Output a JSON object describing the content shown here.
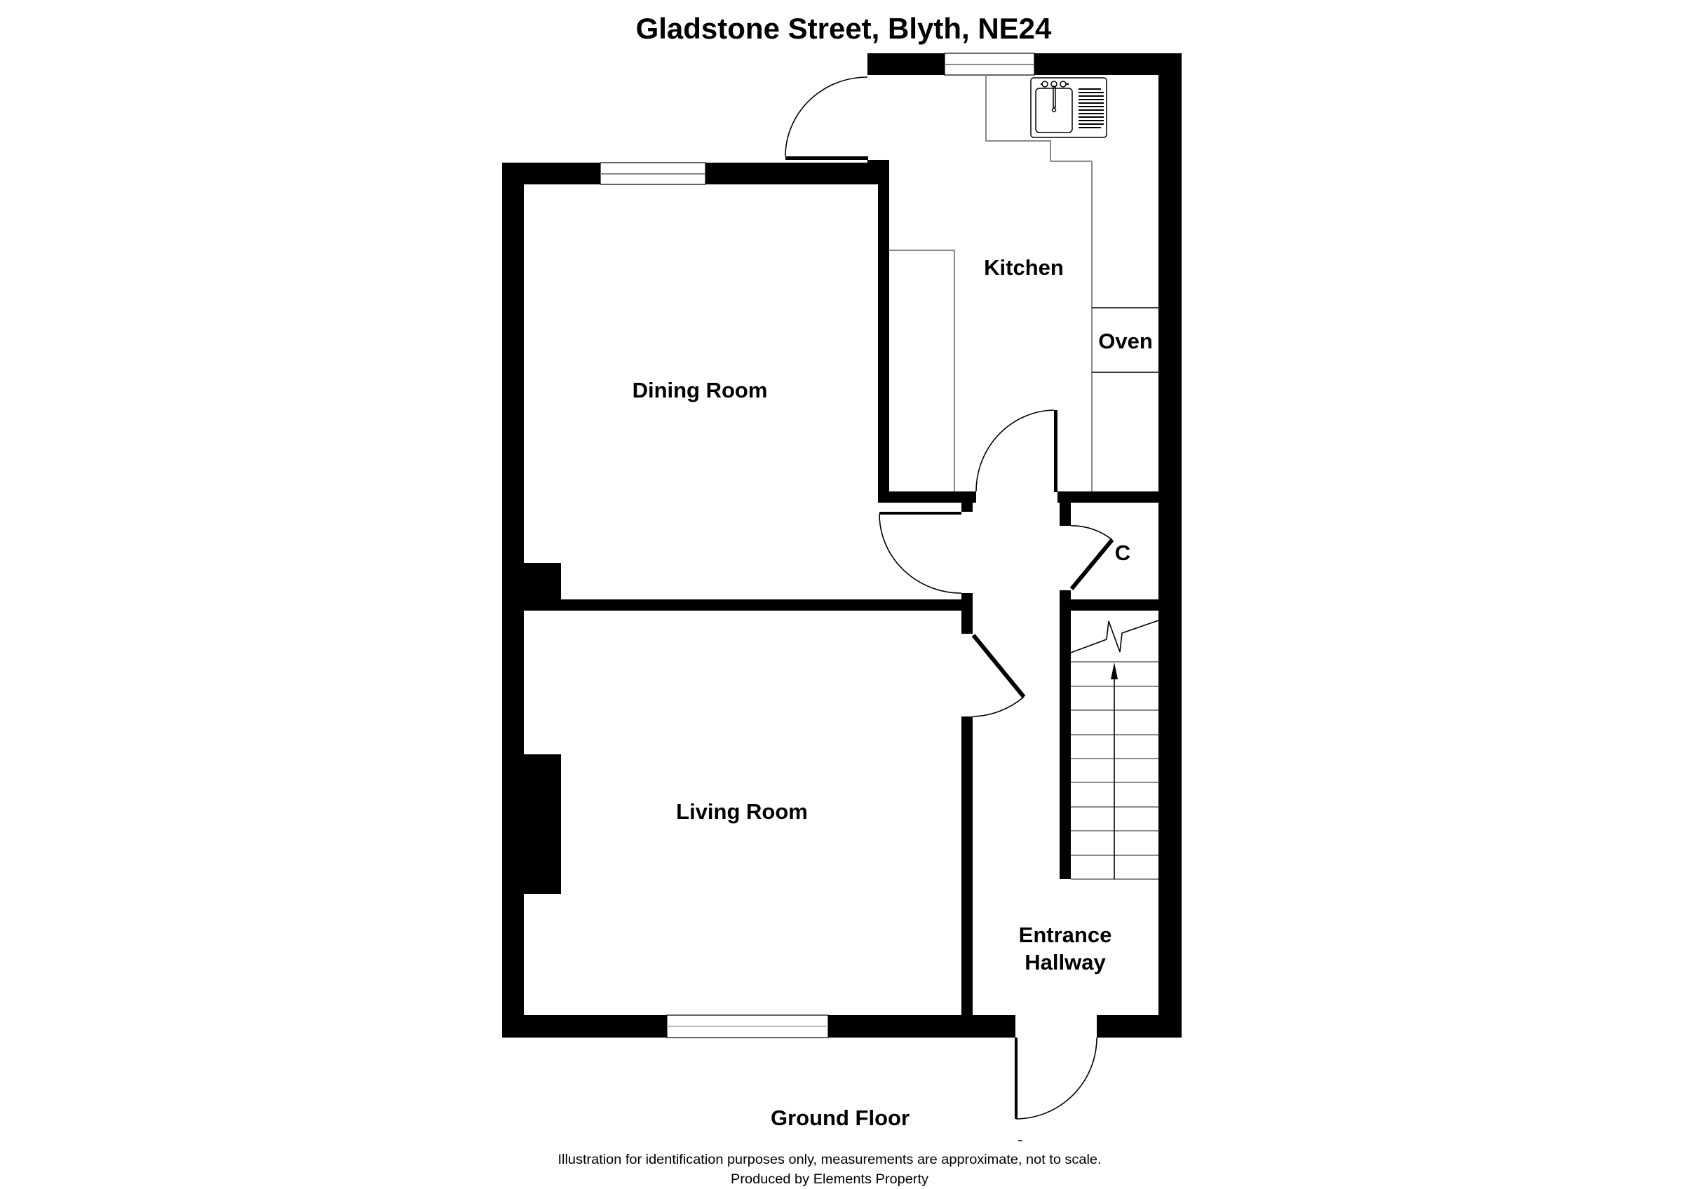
{
  "title": "Gladstone Street, Blyth, NE24",
  "floor_label": "Ground Floor",
  "rooms": {
    "kitchen": "Kitchen",
    "oven": "Oven",
    "dining_room": "Dining Room",
    "living_room": "Living Room",
    "cupboard": "C",
    "entrance_line1": "Entrance",
    "entrance_line2": "Hallway"
  },
  "footer": {
    "disclaimer": "Illustration for identification purposes only, measurements are approximate, not to scale.",
    "producer": "Produced by Elements Property"
  },
  "icons": {
    "sink": "sink-drainer-icon",
    "stairs_arrow": "stairs-up-arrow-icon",
    "doors": "door-swing-icon",
    "windows": "window-icon"
  },
  "colors": {
    "wall": "#000000",
    "background": "#ffffff",
    "fixture_line": "#8a8a8a"
  }
}
